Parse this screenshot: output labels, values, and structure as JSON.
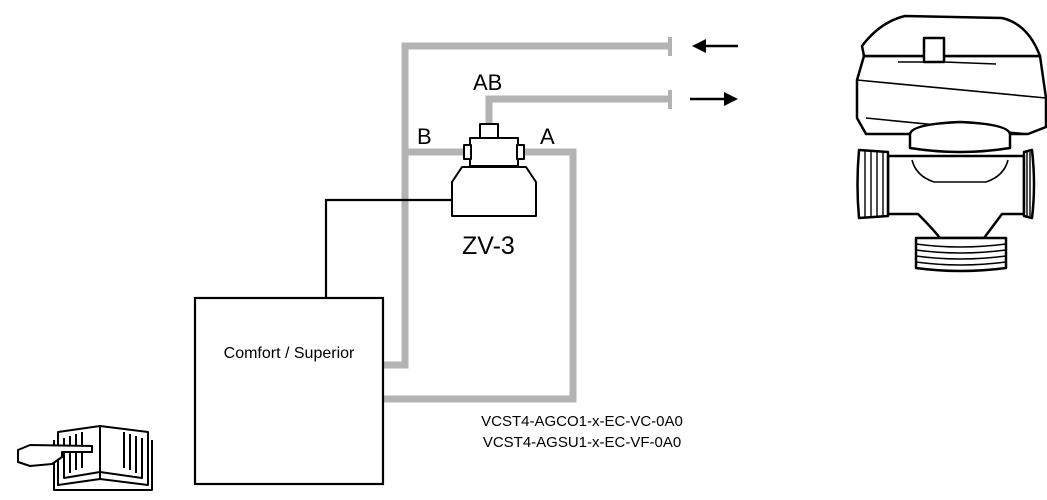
{
  "diagram": {
    "port_labels": {
      "ab": "AB",
      "b": "B",
      "a": "A"
    },
    "valve_label": "ZV-3",
    "controller_label": "Comfort / Superior",
    "model_codes": [
      "VCST4-AGCO1-x-EC-VC-0A0",
      "VCST4-AGSU1-x-EC-VF-0A0"
    ],
    "icons": [
      "arrow-left-icon",
      "arrow-right-icon",
      "manual-book-icon",
      "valve-actuator-icon"
    ],
    "colors": {
      "pipe": "#b3b3b3",
      "line": "#000000"
    }
  }
}
